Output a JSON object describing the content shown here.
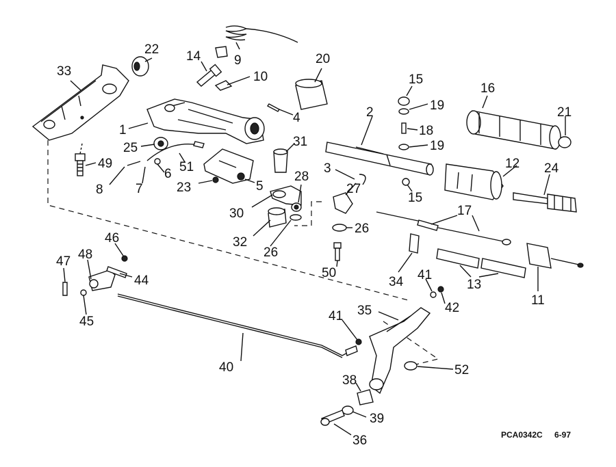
{
  "figure_code": "PCA0342C",
  "figure_date": "6-97",
  "callouts": [
    {
      "id": "c1",
      "text": "1"
    },
    {
      "id": "c2",
      "text": "2"
    },
    {
      "id": "c3",
      "text": "3"
    },
    {
      "id": "c4",
      "text": "4"
    },
    {
      "id": "c5",
      "text": "5"
    },
    {
      "id": "c6",
      "text": "6"
    },
    {
      "id": "c7",
      "text": "7"
    },
    {
      "id": "c8",
      "text": "8"
    },
    {
      "id": "c9",
      "text": "9"
    },
    {
      "id": "c10",
      "text": "10"
    },
    {
      "id": "c11",
      "text": "11"
    },
    {
      "id": "c12",
      "text": "12"
    },
    {
      "id": "c13",
      "text": "13"
    },
    {
      "id": "c14",
      "text": "14"
    },
    {
      "id": "c15a",
      "text": "15"
    },
    {
      "id": "c15b",
      "text": "15"
    },
    {
      "id": "c16",
      "text": "16"
    },
    {
      "id": "c17",
      "text": "17"
    },
    {
      "id": "c18",
      "text": "18"
    },
    {
      "id": "c19a",
      "text": "19"
    },
    {
      "id": "c19b",
      "text": "19"
    },
    {
      "id": "c20",
      "text": "20"
    },
    {
      "id": "c21",
      "text": "21"
    },
    {
      "id": "c22",
      "text": "22"
    },
    {
      "id": "c23",
      "text": "23"
    },
    {
      "id": "c24",
      "text": "24"
    },
    {
      "id": "c25",
      "text": "25"
    },
    {
      "id": "c26a",
      "text": "26"
    },
    {
      "id": "c26b",
      "text": "26"
    },
    {
      "id": "c27",
      "text": "27"
    },
    {
      "id": "c28",
      "text": "28"
    },
    {
      "id": "c30",
      "text": "30"
    },
    {
      "id": "c31",
      "text": "31"
    },
    {
      "id": "c32",
      "text": "32"
    },
    {
      "id": "c33",
      "text": "33"
    },
    {
      "id": "c34",
      "text": "34"
    },
    {
      "id": "c35",
      "text": "35"
    },
    {
      "id": "c36",
      "text": "36"
    },
    {
      "id": "c38",
      "text": "38"
    },
    {
      "id": "c39",
      "text": "39"
    },
    {
      "id": "c40",
      "text": "40"
    },
    {
      "id": "c41a",
      "text": "41"
    },
    {
      "id": "c41b",
      "text": "41"
    },
    {
      "id": "c42",
      "text": "42"
    },
    {
      "id": "c44",
      "text": "44"
    },
    {
      "id": "c45",
      "text": "45"
    },
    {
      "id": "c46",
      "text": "46"
    },
    {
      "id": "c47",
      "text": "47"
    },
    {
      "id": "c48",
      "text": "48"
    },
    {
      "id": "c49",
      "text": "49"
    },
    {
      "id": "c50",
      "text": "50"
    },
    {
      "id": "c51",
      "text": "51"
    },
    {
      "id": "c52",
      "text": "52"
    }
  ]
}
